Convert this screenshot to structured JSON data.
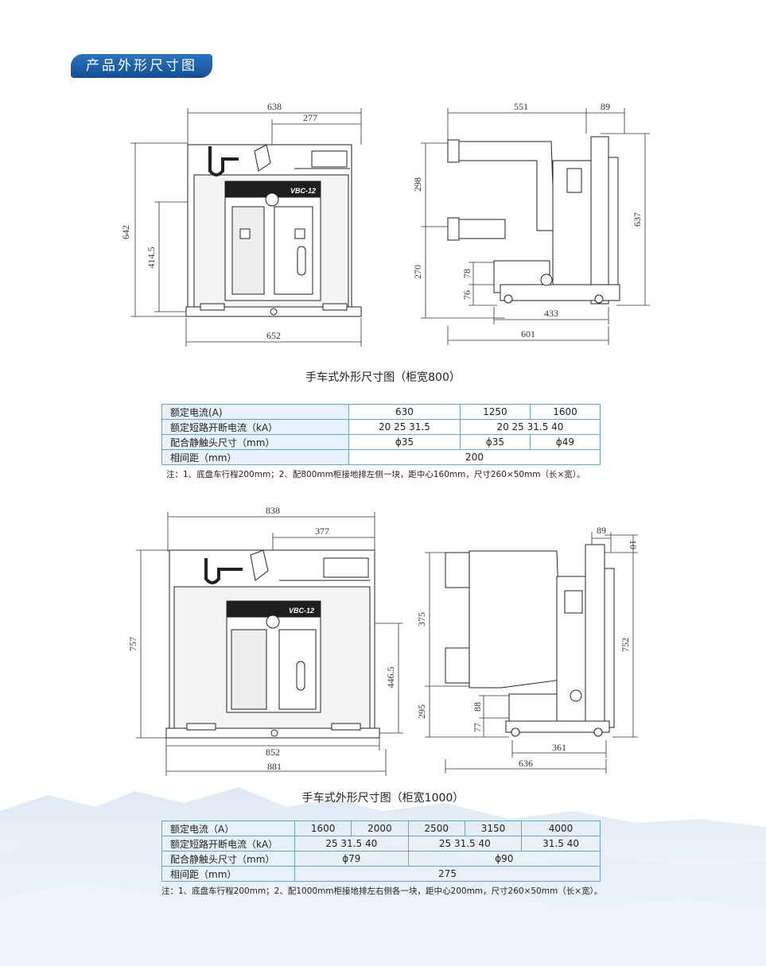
{
  "header": {
    "title": "产品外形尺寸图"
  },
  "drawing1": {
    "front": {
      "width_top": "638",
      "offset_top": "277",
      "height_left": "642",
      "height_inner": "414.5",
      "width_bottom": "652"
    },
    "side": {
      "width_top": "551",
      "width_top_right": "89",
      "h_upper": "298",
      "h_lower": "270",
      "h_78": "78",
      "h_76": "76",
      "height_right": "637",
      "w_433": "433",
      "w_601": "601"
    },
    "label": "VBC-12"
  },
  "section1": {
    "caption": "手车式外形尺寸图（柜宽800）",
    "table": {
      "rows": [
        {
          "label": "额定电流(A)",
          "cells": [
            "630",
            "1250",
            "1600"
          ]
        },
        {
          "label": "额定短路开断电流（kA）",
          "cells": [
            "20  25  31.5",
            "20  25  31.5  40"
          ]
        },
        {
          "label": "配合静触头尺寸（mm）",
          "cells": [
            "ϕ35",
            "ϕ35",
            "ϕ49"
          ]
        },
        {
          "label": "相间距（mm）",
          "cells": [
            "200"
          ]
        }
      ]
    },
    "note": "注：1、底盘车行程200mm；2、配800mm柜接地排左侧一块，距中心160mm，尺寸260×50mm（长×宽）。"
  },
  "drawing2": {
    "front": {
      "width_top": "838",
      "offset_top": "377",
      "height_left": "757",
      "height_inner": "446.5",
      "width_inner": "852",
      "width_bottom": "881"
    },
    "side": {
      "width_top_right": "89",
      "top_right": "10",
      "h_upper": "375",
      "h_lower": "295",
      "h_88": "88",
      "h_77": "77",
      "height_right": "752",
      "w_361": "361",
      "w_636": "636"
    },
    "label": "VBC-12"
  },
  "section2": {
    "caption": "手车式外形尺寸图（柜宽1000）",
    "table": {
      "rows": [
        {
          "label": "额定电流（A）",
          "cells": [
            "1600",
            "2000",
            "2500",
            "3150",
            "4000"
          ]
        },
        {
          "label": "额定短路开断电流（kA）",
          "cells": [
            "25   31.5   40",
            "25   31.5   40",
            "31.5   40"
          ]
        },
        {
          "label": "配合静触头尺寸（mm）",
          "cells": [
            "ϕ79",
            "ϕ90"
          ]
        },
        {
          "label": "相间距（mm）",
          "cells": [
            "275"
          ]
        }
      ]
    },
    "note": "注：1、底盘车行程200mm；2、配1000mm柜接地排左右侧各一块，距中心200mm，尺寸260×50mm（长×宽）。"
  }
}
